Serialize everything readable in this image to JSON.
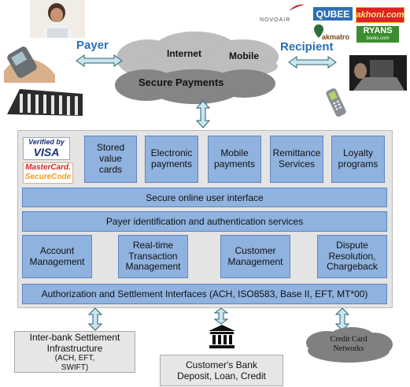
{
  "top": {
    "payer_label": "Payer",
    "recipient_label": "Recipient",
    "cloud": {
      "internet": "Internet",
      "mobile": "Mobile",
      "secure_payments": "Secure Payments"
    },
    "logos": {
      "novoair": "NOVOAIR",
      "qubee": "QUBEE",
      "akhoni": "akhoni.com",
      "akmatro": "akmatro",
      "ryans": "RYANS",
      "ryans_sub": "books.com"
    }
  },
  "panel": {
    "verified_by_visa_top": "Verified by",
    "verified_by_visa_bottom": "VISA",
    "mastercard_top": "MasterCard.",
    "mastercard_bottom": "SecureCode",
    "services": [
      "Stored\nvalue\ncards",
      "Electronic\npayments",
      "Mobile\npayments",
      "Remittance\nServices",
      "Loyalty\nprograms"
    ],
    "ui_bar": "Secure online user interface",
    "auth_bar": "Payer identification and authentication services",
    "management": [
      "Account\nManagement",
      "Real-time\nTransaction\nManagement",
      "Customer\nManagement",
      "Dispute\nResolution,\nChargeback"
    ],
    "settlement_bar": "Authorization and Settlement Interfaces (ACH, ISO8583, Base II, EFT, MT*00)"
  },
  "bottom": {
    "interbank_main": "Inter-bank Settlement\nInfrastructure",
    "interbank_sub": "(ACH, EFT,\nSWIFT)",
    "bank": "Customer's Bank\nDeposit, Loan, Credit",
    "card_networks": "Credit Card\nNetworks"
  },
  "colors": {
    "box_fill": "#8fb2de",
    "panel_fill": "#e4e4e4",
    "arrow_fill": "#c7e6f0",
    "label_blue": "#2a6fb6"
  }
}
